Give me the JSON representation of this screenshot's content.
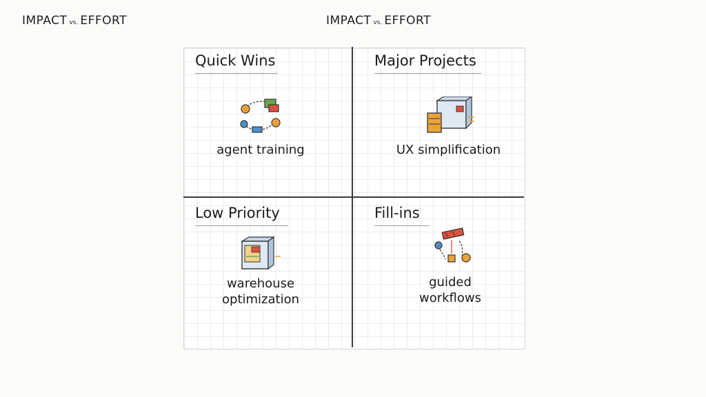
{
  "header": {
    "corner_title_left": "IMPACT",
    "corner_title_vs": "vs.",
    "corner_title_right": "EFFORT",
    "center_title_left": "IMPACT",
    "center_title_vs": "vs.",
    "center_title_right": "EFFORT"
  },
  "quadrants": [
    {
      "title": "Quick Wins",
      "item": "agent training",
      "icon": "workflow-cycle-icon"
    },
    {
      "title": "Major Projects",
      "item": "UX simplification",
      "icon": "server-boxes-icon"
    },
    {
      "title": "Low Priority",
      "item_line1": "warehouse",
      "item_line2": "optimization",
      "icon": "warehouse-box-icon"
    },
    {
      "title": "Fill-ins",
      "item_line1": "guided",
      "item_line2": "workflows",
      "icon": "guided-route-icon"
    }
  ],
  "colors": {
    "axis": "#3a3a3a",
    "grid": "#ececec",
    "accent_orange": "#e8a33a",
    "accent_red": "#d9533c",
    "accent_blue": "#4f8fc8",
    "accent_green": "#6aa84f"
  }
}
